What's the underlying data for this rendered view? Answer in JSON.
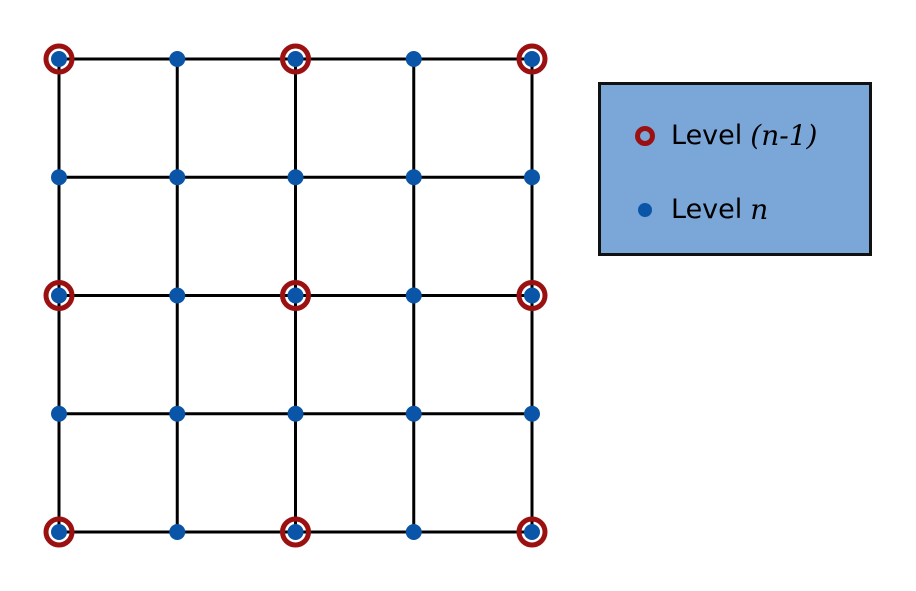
{
  "grid": {
    "columns": 5,
    "rows": 5,
    "line_color": "#000000",
    "coarse_every": 2
  },
  "legend": {
    "coarse": {
      "label": "Level",
      "math": "(n-1)",
      "color": "#9b1111",
      "icon": "red-ring-icon"
    },
    "fine": {
      "label": "Level",
      "math": "n",
      "color": "#0a55a8",
      "icon": "blue-dot-icon"
    },
    "background": "#7ba6d8"
  }
}
